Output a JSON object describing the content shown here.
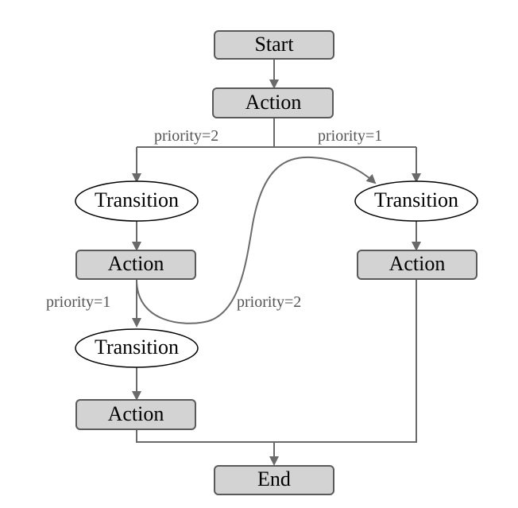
{
  "nodes": {
    "start": "Start",
    "action_1": "Action",
    "transition_left_1": "Transition",
    "transition_right": "Transition",
    "action_left_1": "Action",
    "action_right": "Action",
    "transition_left_2": "Transition",
    "action_left_2": "Action",
    "end": "End"
  },
  "edge_labels": {
    "priority_left_top": "priority=2",
    "priority_right_top": "priority=1",
    "priority_left_mid": "priority=1",
    "priority_curve": "priority=2"
  },
  "colors": {
    "box_fill": "#d3d3d3",
    "box_stroke": "#5a5a5a",
    "edge": "#6a6a6a",
    "label_text": "#555555"
  }
}
